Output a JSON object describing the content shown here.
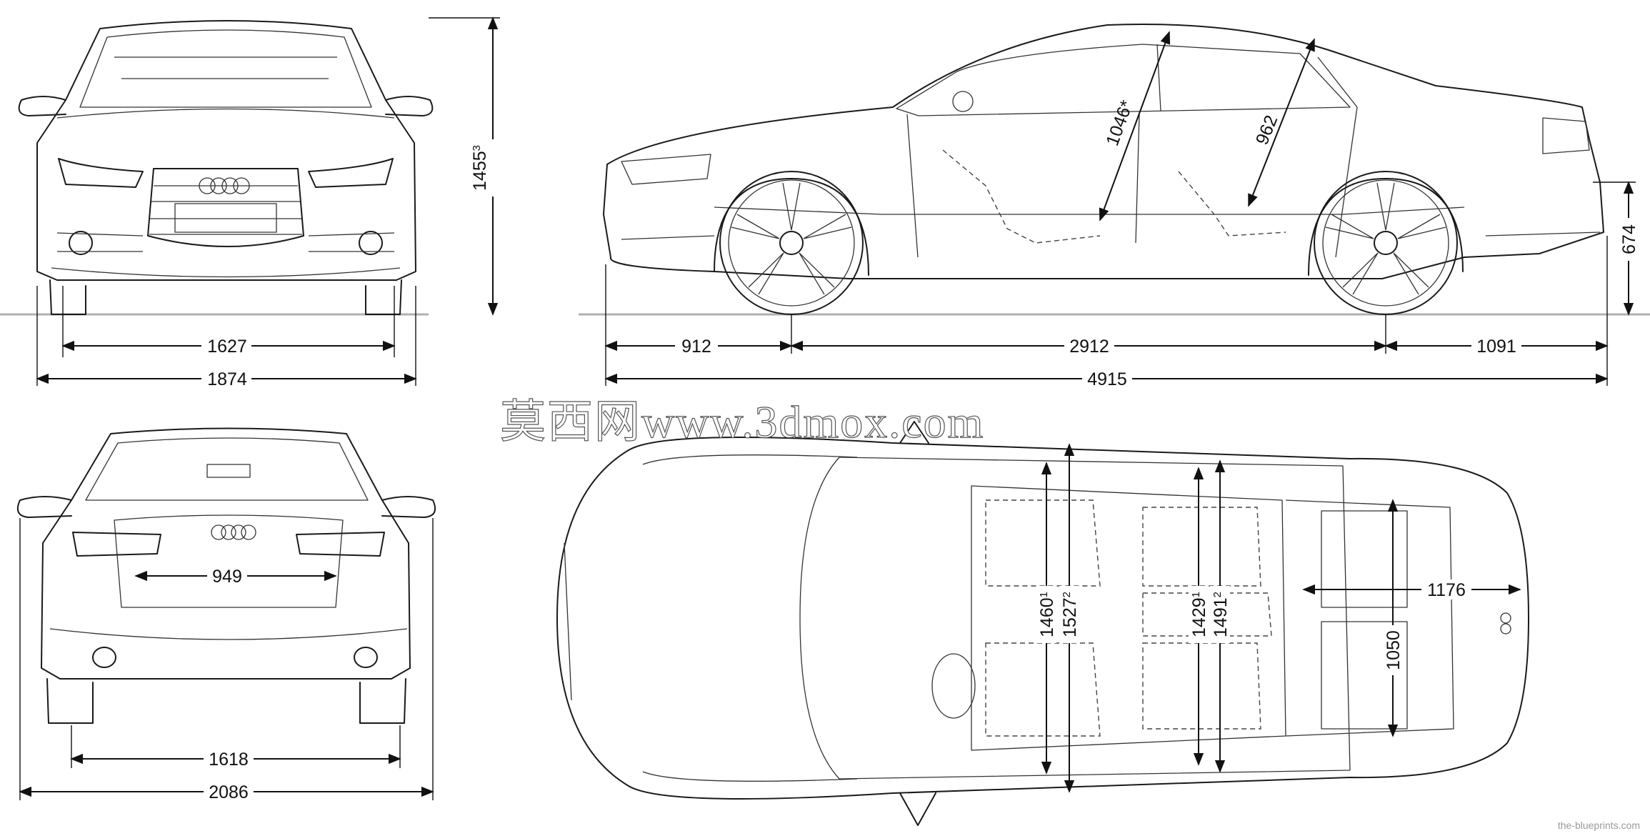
{
  "views": {
    "front": {
      "height": "1455",
      "height_sup": "3",
      "track": "1627",
      "width": "1874"
    },
    "side": {
      "height_rear": "674",
      "front_overhang": "912",
      "wheelbase": "2912",
      "rear_overhang": "1091",
      "length": "4915",
      "door_diag_front": "1046",
      "door_diag_front_mark": "*",
      "door_diag_rear": "962"
    },
    "rear": {
      "trunk_opening": "949",
      "track": "1618",
      "width_mirrors": "2086"
    },
    "top": {
      "front_width_1": "1460",
      "front_width_1_sup": "1",
      "front_width_2": "1527",
      "front_width_2_sup": "2",
      "rear_width_1": "1429",
      "rear_width_1_sup": "1",
      "rear_width_2": "1491",
      "rear_width_2_sup": "2",
      "trunk_length": "1176",
      "trunk_width": "1050"
    }
  },
  "watermark": "莫西网www.3dmox.com",
  "credit": "the-blueprints.com",
  "colors": {
    "line": "#1a1a1a",
    "ground": "#b0b0b0",
    "background": "#ffffff"
  }
}
